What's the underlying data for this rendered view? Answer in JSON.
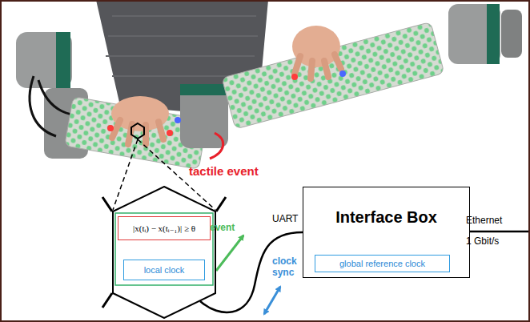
{
  "diagram": {
    "nodes": [
      {
        "text": []
      },
      {
        "text": [
          "|x(tᵢ) − x(tᵢ₋₁)| ≥ θ"
        ],
        "in": 0
      },
      {
        "text": [
          "local clock"
        ],
        "in": 0
      },
      {
        "text": [
          "Interface Box"
        ]
      },
      {
        "text": [
          "global reference clock"
        ],
        "in": 3
      }
    ],
    "edges": [
      {
        "from": 0,
        "to": 3,
        "arrow": "none"
      }
    ],
    "labels": [
      "tactile event",
      "UART",
      "event",
      "clock sync",
      "Ethernet",
      "1 Gbit/s"
    ]
  }
}
